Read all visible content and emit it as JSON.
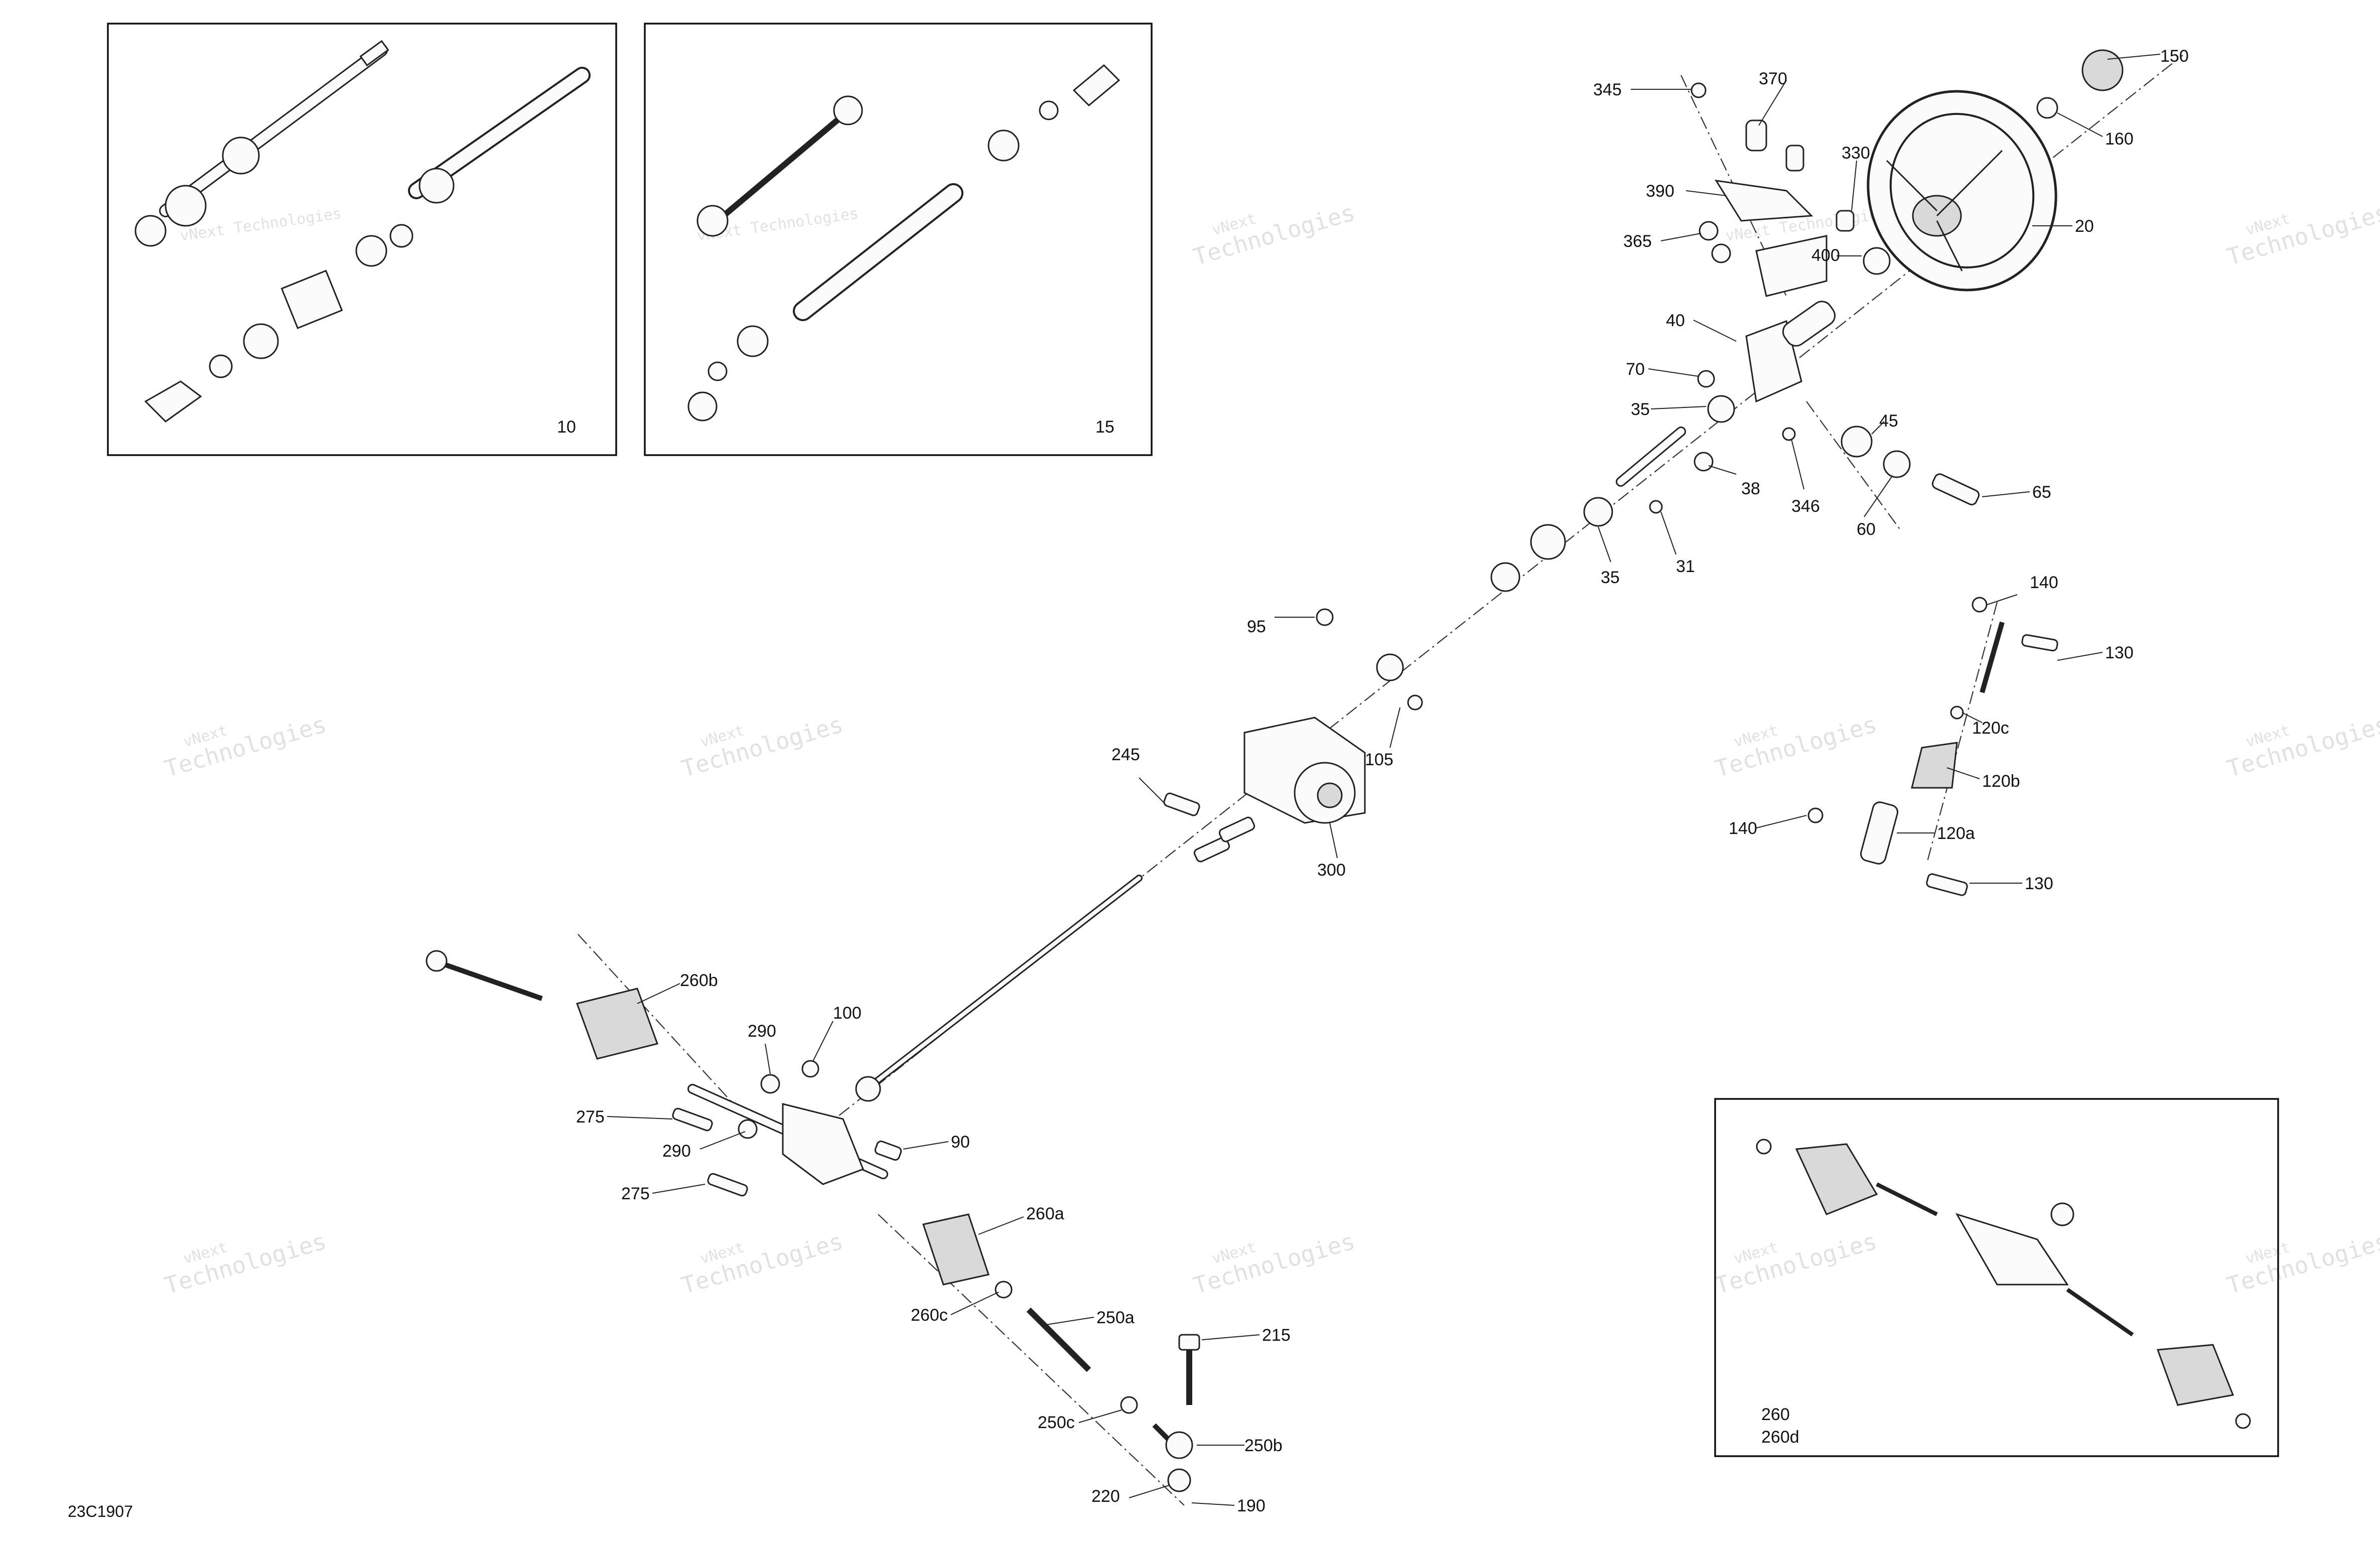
{
  "diagram_id": "23C1907",
  "watermark": {
    "line1": "vNext",
    "line2": "Technologies",
    "line3": "vNext Technologies"
  },
  "inset_labels": {
    "box10": "10",
    "box15": "15",
    "box260": "260",
    "box260d": "260d"
  },
  "labels": {
    "n345": "345",
    "n370": "370",
    "n150": "150",
    "n160": "160",
    "n390": "390",
    "n330": "330",
    "n365": "365",
    "n20": "20",
    "n400": "400",
    "n40": "40",
    "n70": "70",
    "n35a": "35",
    "n45": "45",
    "n38": "38",
    "n346": "346",
    "n65": "65",
    "n60": "60",
    "n35b": "35",
    "n31": "31",
    "n140a": "140",
    "n130a": "130",
    "n95": "95",
    "n105": "105",
    "n120c": "120c",
    "n245": "245",
    "n120b": "120b",
    "n140b": "140",
    "n120a": "120a",
    "n300": "300",
    "n130b": "130",
    "n260b": "260b",
    "n100": "100",
    "n290a": "290",
    "n275a": "275",
    "n290b": "290",
    "n90": "90",
    "n275b": "275",
    "n260a": "260a",
    "n260c": "260c",
    "n250a": "250a",
    "n215": "215",
    "n250c": "250c",
    "n250b": "250b",
    "n220": "220",
    "n190": "190"
  }
}
